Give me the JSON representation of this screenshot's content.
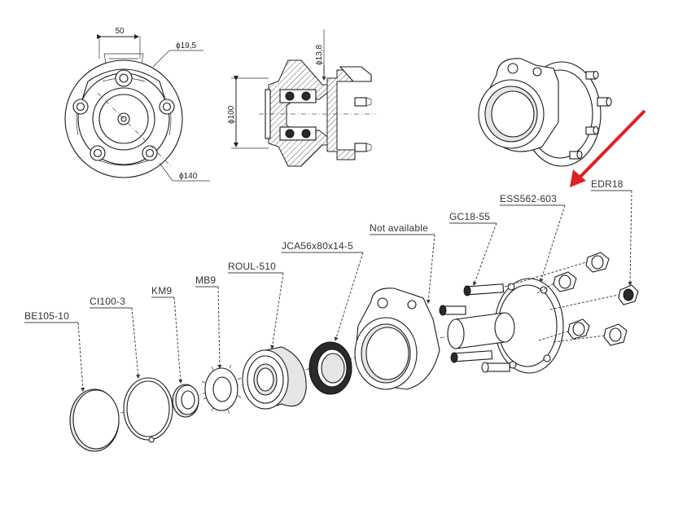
{
  "dimensions": {
    "width_50": "50",
    "dia_19_5": "ϕ19,5",
    "dia_13_8": "ϕ13,8",
    "dia_100": "ϕ100",
    "dia_140": "ϕ140"
  },
  "callouts": {
    "be105": "BE105-10",
    "ci100": "CI100-3",
    "km9": "KM9",
    "mb9": "MB9",
    "roul510": "ROUL-510",
    "jca": "JCA56x80x14-5",
    "na": "Not available",
    "gc18": "GC18-55",
    "ess562": "ESS562-603",
    "edr18": "EDR18"
  },
  "colors": {
    "highlight_arrow": "#e02020",
    "line": "#1a1a1a"
  }
}
